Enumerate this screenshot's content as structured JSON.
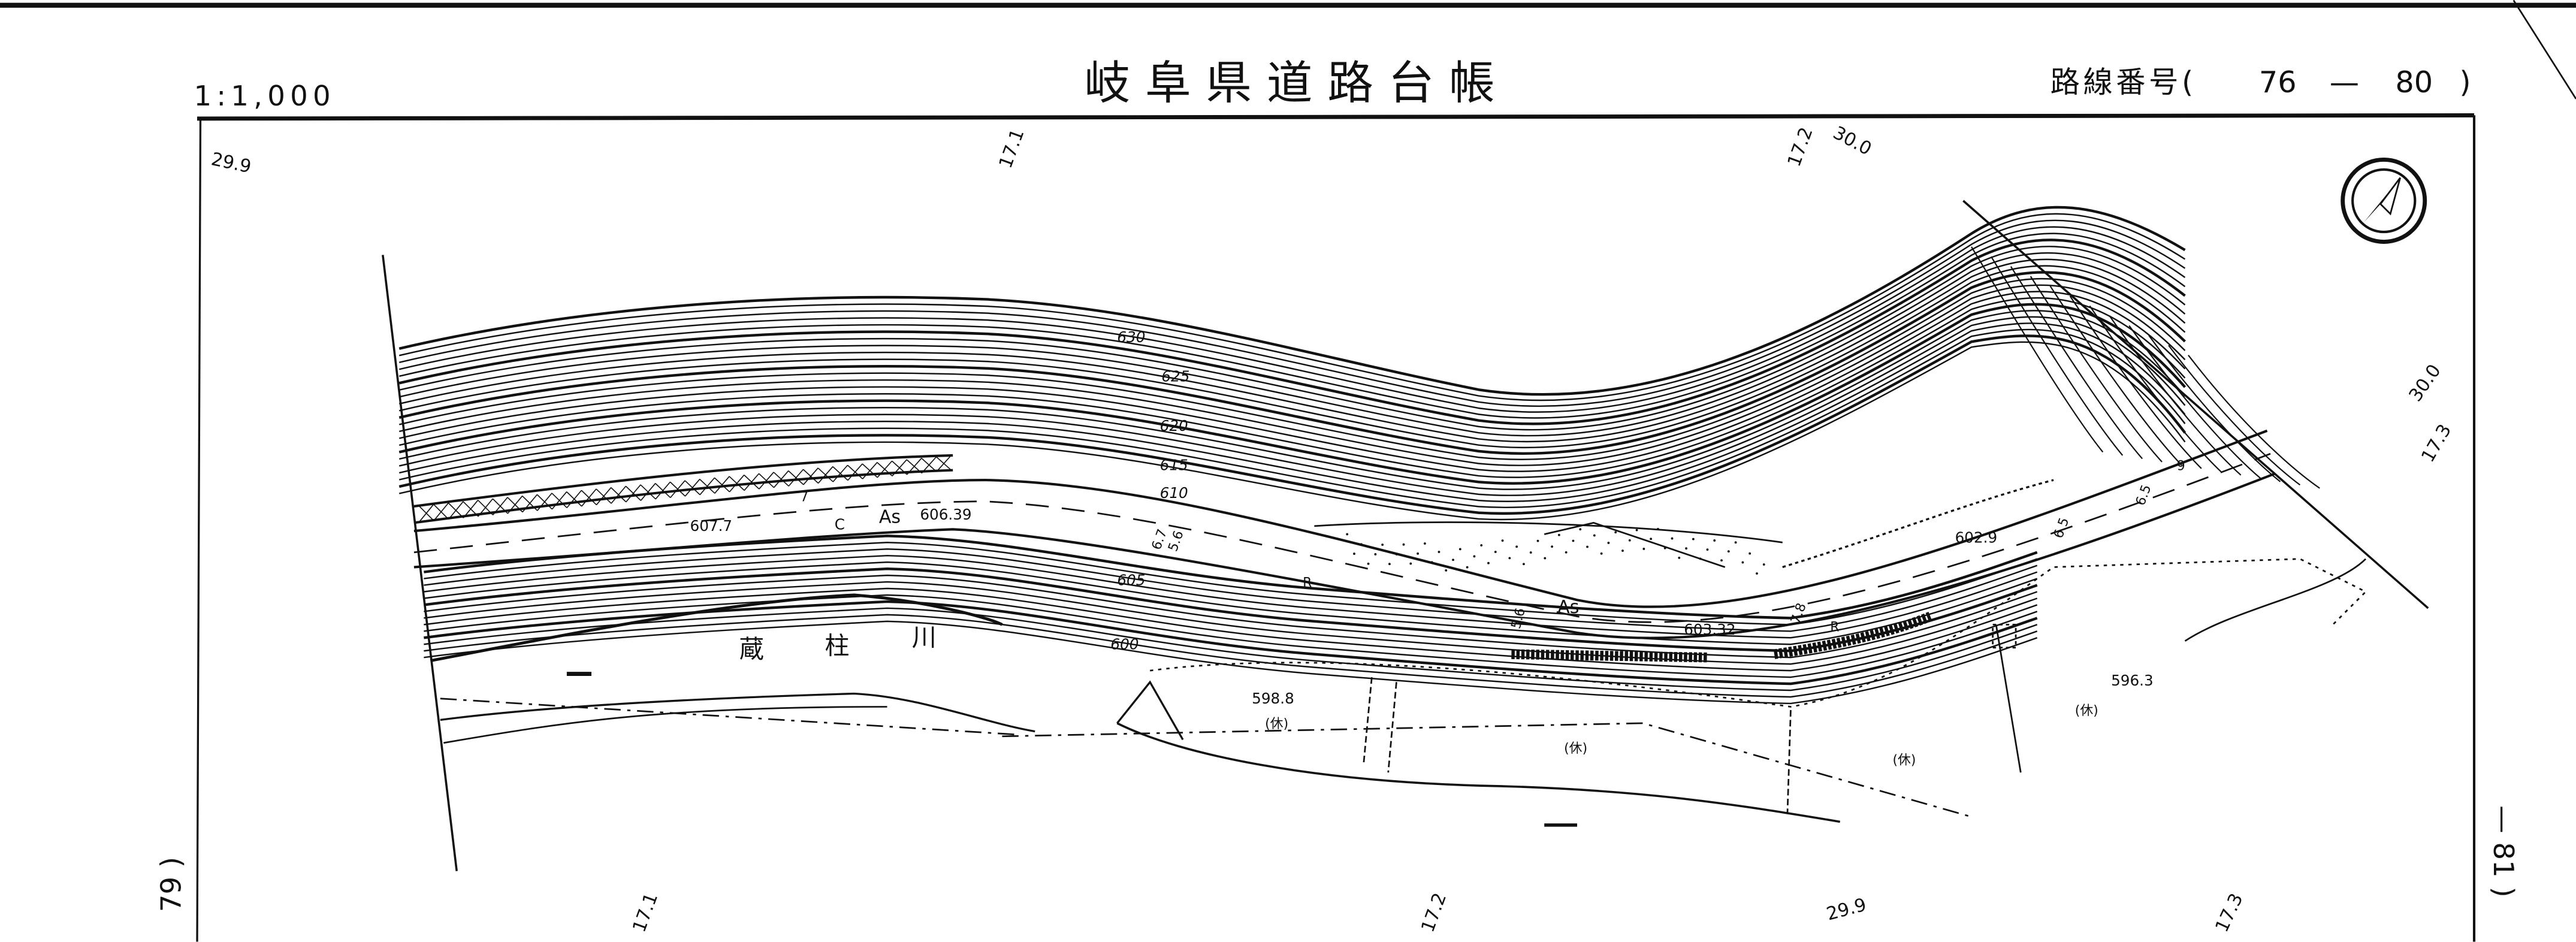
{
  "header": {
    "scale": "1:1,000",
    "title": "岐阜県道路台帳",
    "route_label": "路線番号(",
    "route_from": "76",
    "route_dash": "—",
    "route_to": "80",
    "route_close": ")"
  },
  "side_labels": {
    "left": "79 )",
    "right": "— 81 )"
  },
  "stations": {
    "top_left": "29.9",
    "top_a": "17.1",
    "top_b": "17.2",
    "top_c": "30.0",
    "right_a": "30.0",
    "right_b": "17.3",
    "bottom_a": "17.1",
    "bottom_b": "17.2",
    "bottom_c": "29.9",
    "bottom_d": "17.3"
  },
  "contours": [
    "630",
    "625",
    "620",
    "615",
    "610",
    "605",
    "600"
  ],
  "elevations": [
    "607.7",
    "606.39",
    "602.9",
    "603.32",
    "598.8",
    "596.3"
  ],
  "surface_labels": {
    "as1": "As",
    "as2": "As",
    "c": "C",
    "r1": "R",
    "r2": "R"
  },
  "river_name": [
    "蔵",
    "柱",
    "川"
  ],
  "land_use": [
    "(休)",
    "(休)",
    "(休)",
    "(休)"
  ],
  "dims": [
    "7",
    "6.7",
    "5.6",
    "5.6",
    "7.8",
    "6.5",
    "6.5",
    "9"
  ],
  "north_icon": "north-arrow-icon"
}
